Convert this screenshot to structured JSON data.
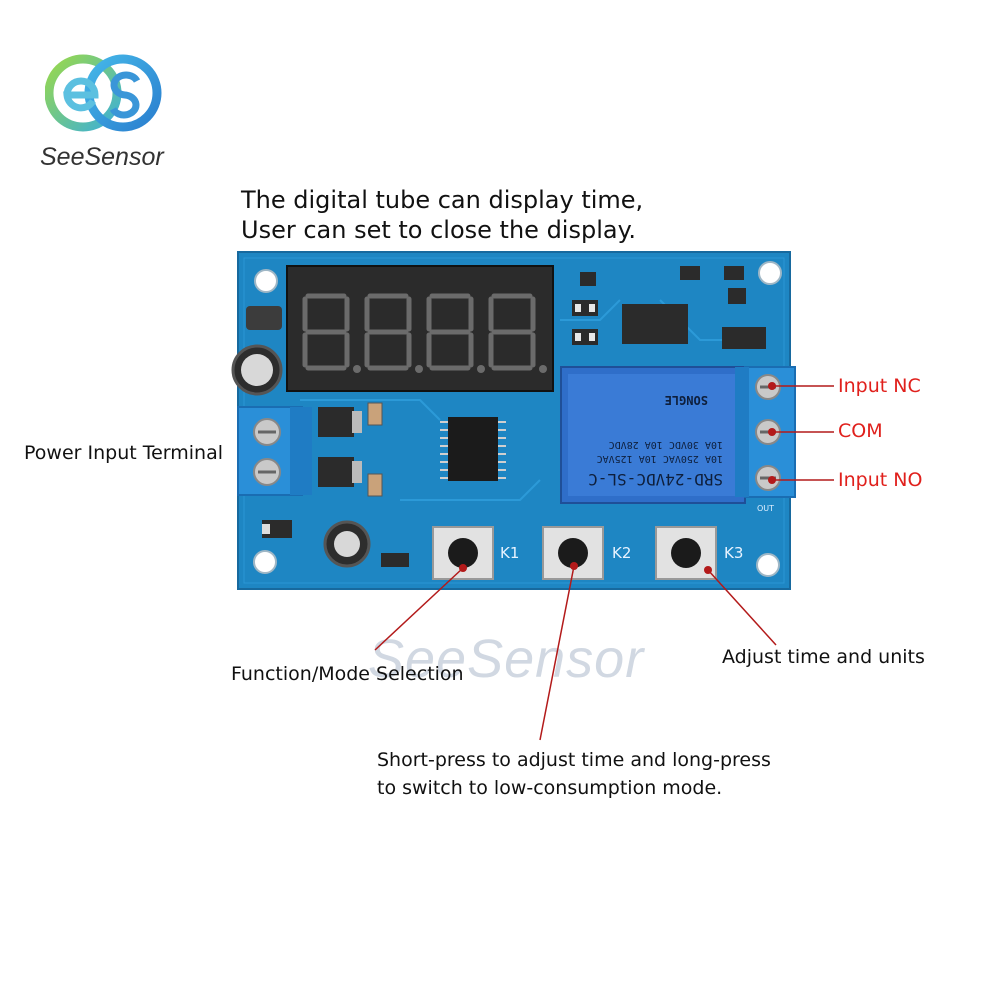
{
  "brand": {
    "name": "SeeSensor",
    "watermark": "SeeSensor"
  },
  "headline": {
    "line1": "The digital tube can display time,",
    "line2": "User can set to close the display."
  },
  "labels": {
    "power_input": "Power Input Terminal",
    "input_nc": "Input NC",
    "com": "COM",
    "input_no": "Input NO",
    "function_mode": "Function/Mode Selection",
    "adjust_units": "Adjust time and units",
    "short_press_line1": "Short-press to adjust time and long-press",
    "short_press_line2": "to switch to low-consumption mode."
  },
  "board": {
    "display_digits": "8.8.8.8.",
    "relay_model": "SRD-24VDC-SL-C",
    "relay_line2": "10A 250VAC 10A 125VAC",
    "relay_line3": "10A 30VDC 10A 28VDC",
    "relay_brand": "SONGLE",
    "button_k1": "K1",
    "button_k2": "K2",
    "button_k3": "K3",
    "out_label": "OUT"
  },
  "colors": {
    "pcb": "#1e86c3",
    "terminal": "#2a8fd8",
    "relay": "#2f6ec9",
    "callout_red": "#e0201c",
    "leader_line": "#b31a1a",
    "segment_on": "#ff6a5c"
  }
}
